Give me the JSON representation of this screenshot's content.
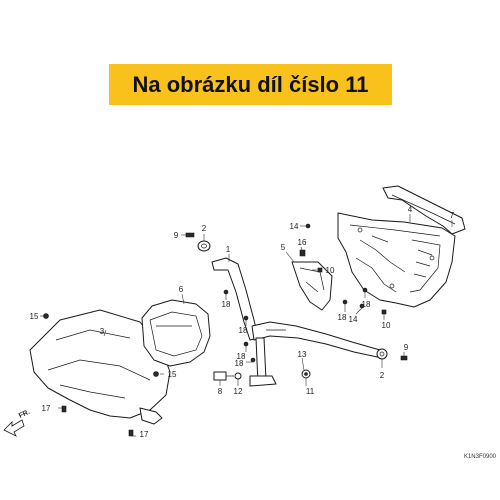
{
  "banner": {
    "text": "Na obrázku díl číslo 11",
    "color": "#f9c11c"
  },
  "diagram": {
    "code": "K1N3F0900",
    "direction": "FR.",
    "callouts": [
      "1",
      "2",
      "2",
      "3",
      "4",
      "5",
      "6",
      "7",
      "8",
      "9",
      "9",
      "10",
      "10",
      "11",
      "12",
      "13",
      "14",
      "14",
      "15",
      "15",
      "16",
      "17",
      "17",
      "18",
      "18",
      "18",
      "18",
      "18",
      "18"
    ]
  }
}
